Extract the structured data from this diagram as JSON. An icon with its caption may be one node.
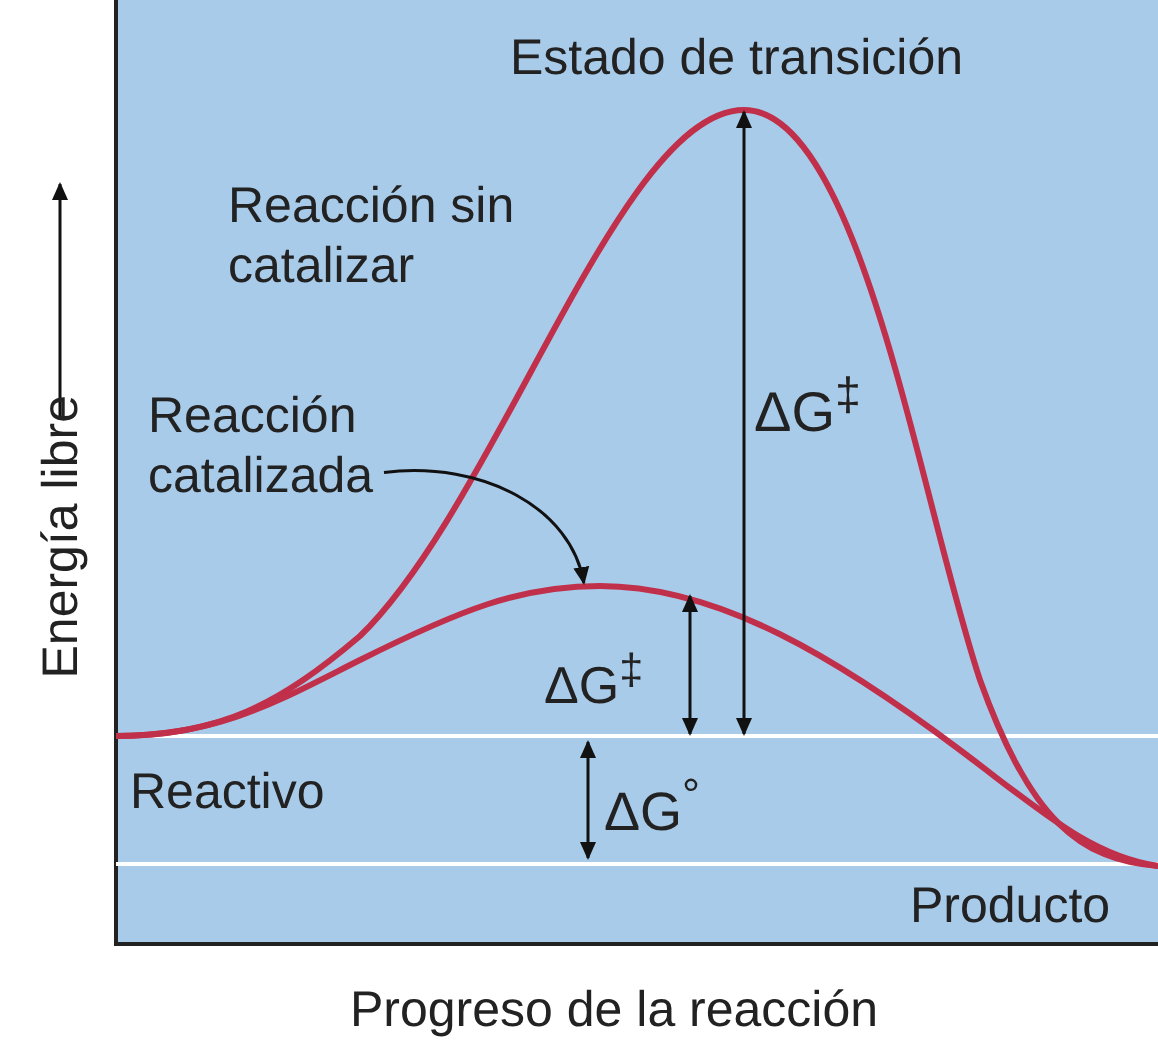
{
  "diagram": {
    "nodes": [
      {
        "text": [
          "Reacción catalizada"
        ]
      },
      {
        "text": [],
        "shape": "curve"
      }
    ],
    "edges": [
      {
        "from": 0,
        "to": 1,
        "arrow": "to"
      }
    ],
    "labels": [
      "Estado de transición",
      "Reacción sin catalizar",
      "ΔG$^{‡}$",
      "ΔG$^{‡}$",
      "Reactivo",
      "ΔG$^{°}$",
      "Producto",
      "Energía libre",
      "Progreso de la reacción"
    ]
  }
}
